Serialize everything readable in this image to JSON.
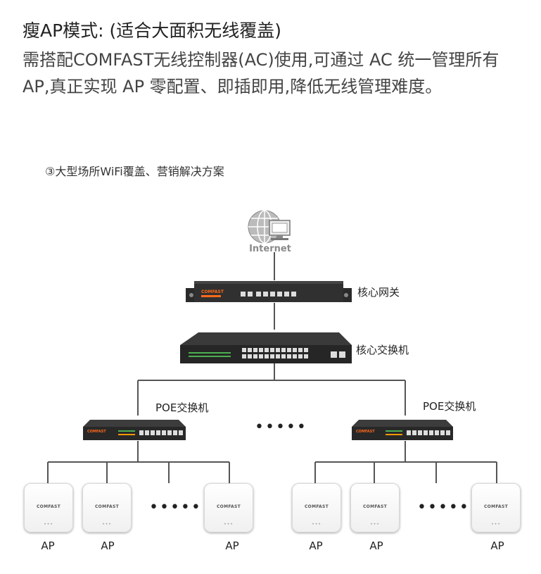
{
  "header": {
    "title": "瘦AP模式: (适合大面积无线覆盖)",
    "description": "需搭配COMFAST无线控制器(AC)使用,可通过 AC 统一管理所有 AP,真正实现 AP 零配置、即插即用,降低无线管理难度。"
  },
  "diagram": {
    "subtitle": "③大型场所WiFi覆盖、营销解决方案",
    "internet_label": "Internet",
    "gateway_label": "核心网关",
    "core_switch_label": "核心交换机",
    "poe_left_label": "POE交换机",
    "poe_right_label": "POE交换机",
    "device_brand": "COMFAST",
    "ellipsis": "•••••",
    "ap_label": "AP",
    "ap_brand": "COMFAST",
    "ap_dots": "•••",
    "icons": [
      "globe-icon",
      "computer-icon"
    ]
  },
  "colors": {
    "line": "#555555",
    "device": "#2b2b2b",
    "accent": "#ff6a1a",
    "port": "#dddddd"
  }
}
